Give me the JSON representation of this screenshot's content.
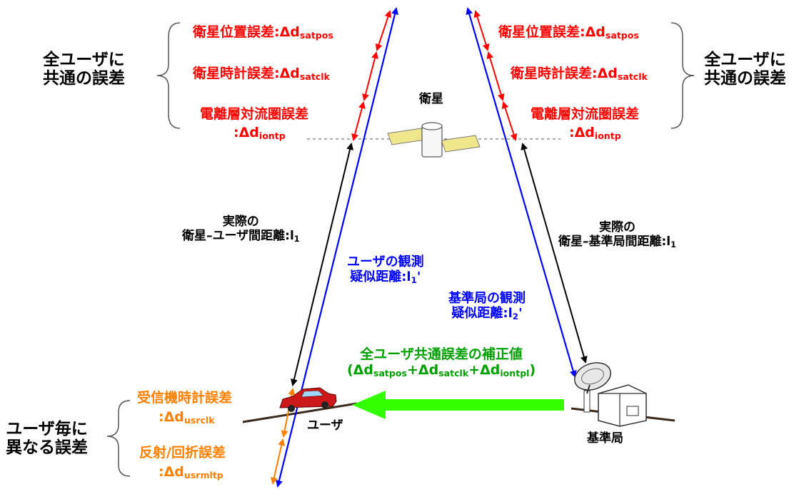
{
  "colors": {
    "common_error": "#ff0000",
    "observed_range": "#0000ff",
    "true_range": "#000000",
    "correction": "#00a000",
    "correction_arrow": "#33ff00",
    "user_error": "#ff7f00"
  },
  "left": {
    "group_label_line1": "全ユーザに",
    "group_label_line2": "共通の誤差",
    "err_satpos": {
      "prefix": "衛星位置誤差:Δd",
      "sub": "satpos"
    },
    "err_satclk": {
      "prefix": "衛星時計誤差:Δd",
      "sub": "satclk"
    },
    "err_iono_line1": "電離層対流圏誤差",
    "err_iono": {
      "prefix": ":Δd",
      "sub": "iontp"
    },
    "true_range_line1": "実際の",
    "true_range_line2": "衛星–ユーザ間距離:l",
    "true_range_sub": "1",
    "obs_range_line1": "ユーザの観測",
    "obs_range_line2": "疑似距離:l",
    "obs_range_sub": "1",
    "obs_range_suffix": "'"
  },
  "right": {
    "group_label_line1": "全ユーザに",
    "group_label_line2": "共通の誤差",
    "err_satpos": {
      "prefix": "衛星位置誤差:Δd",
      "sub": "satpos"
    },
    "err_satclk": {
      "prefix": "衛星時計誤差:Δd",
      "sub": "satclk"
    },
    "err_iono_line1": "電離層対流圏誤差",
    "err_iono": {
      "prefix": ":Δd",
      "sub": "iontp"
    },
    "true_range_line1": "実際の",
    "true_range_line2": "衛星–基準局間距離:l",
    "true_range_sub": "1",
    "obs_range_line1": "基準局の観測",
    "obs_range_line2": "疑似距離:l",
    "obs_range_sub": "2",
    "obs_range_suffix": "'"
  },
  "satellite_label": "衛星",
  "user_label": "ユーザ",
  "station_label": "基準局",
  "correction": {
    "title": "全ユーザ共通誤差の補正値",
    "open": "(Δd",
    "sub1": "satpos",
    "plus1": "+Δd",
    "sub2": "satclk",
    "plus2": "+Δd",
    "sub3": "iontpl",
    "close": ")"
  },
  "user_errors": {
    "group_label_line1": "ユーザ毎に",
    "group_label_line2": "異なる誤差",
    "clock_line1": "受信機時計誤差",
    "clock": {
      "prefix": ":Δd",
      "sub": "usrclk"
    },
    "multipath_line1": "反射/回折誤差",
    "multipath": {
      "prefix": ":Δd",
      "sub": "usrmltp"
    }
  }
}
